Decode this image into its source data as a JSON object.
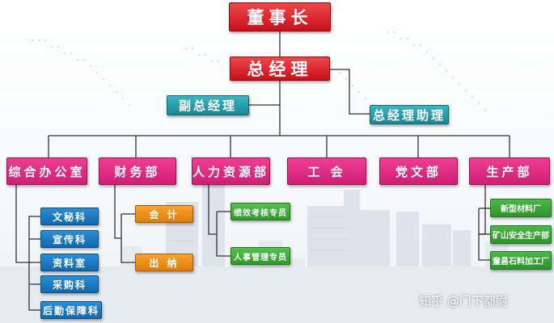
{
  "chairman": "董事长",
  "general_manager": "总经理",
  "deputy_gm": "副总经理",
  "gm_assistant": "总经理助理",
  "departments": {
    "general_office": "综合办公室",
    "finance": "财务部",
    "hr": "人力资源部",
    "union": "工 会",
    "party": "党文部",
    "production": "生产部"
  },
  "general_office_sections": [
    "文秘科",
    "宣传科",
    "资料室",
    "采购科",
    "后勤保障科"
  ],
  "finance_sections": [
    "会 计",
    "出 纳"
  ],
  "hr_sections": [
    "绩效考核专员",
    "人事管理专员"
  ],
  "production_sections": [
    "新型材料厂",
    "矿山安全生产部",
    "童昌石料加工厂"
  ],
  "watermark": "知乎 @门下都尉",
  "colors": {
    "top_red": "#d71920",
    "teal": "#2a9aa6",
    "department_pink": "#e02a84",
    "office_blue": "#1a7cc4",
    "finance_orange": "#ee8f1c",
    "hr_green": "#3aa938",
    "connector": "#333333"
  }
}
